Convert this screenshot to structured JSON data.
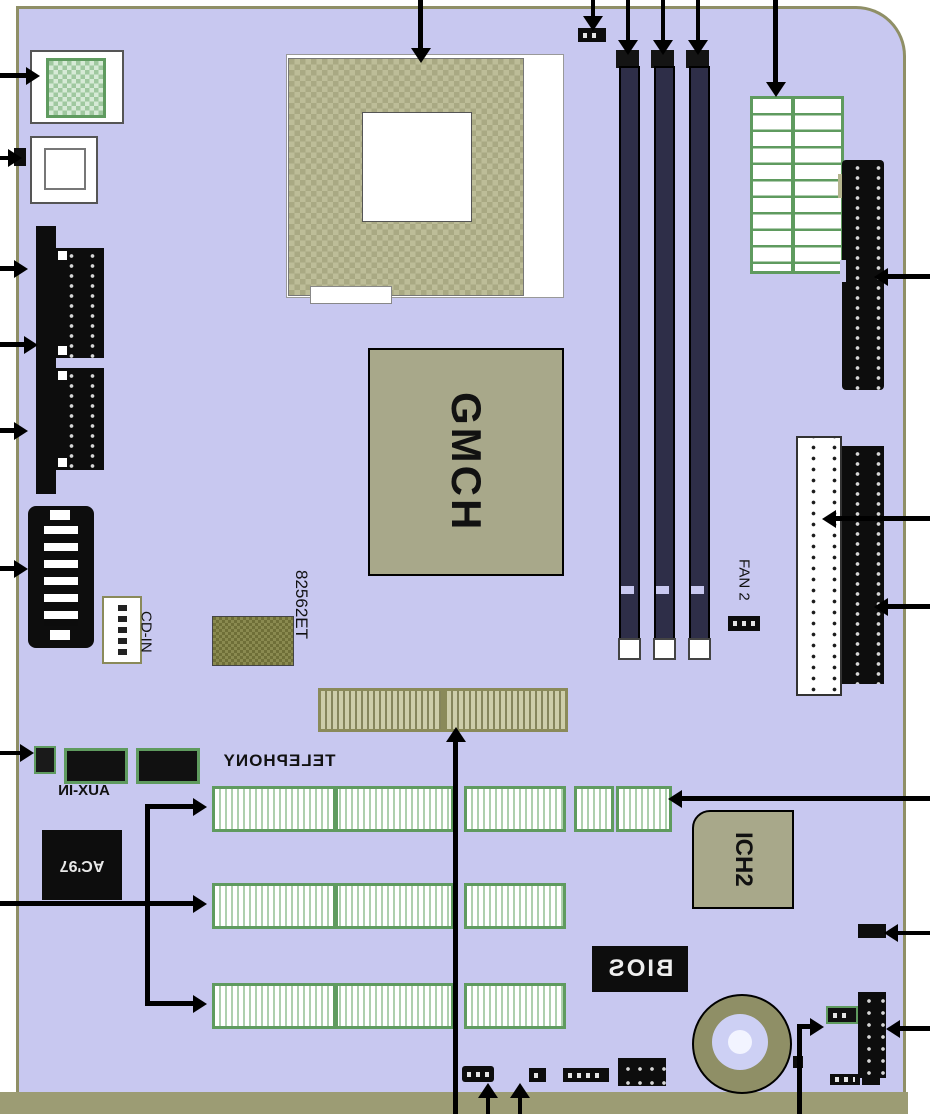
{
  "diagram": {
    "type": "motherboard-layout",
    "labels": {
      "gmch": "GMCH",
      "ich2": "ICH2",
      "lan_chip": "82562ET",
      "cd_in": "CD-IN",
      "fan2": "FAN 2",
      "aux_in": "AUX-IN",
      "telephony": "TELEPHONY",
      "bios": "BIOS",
      "audio_codec": "AC'97"
    },
    "colors": {
      "board": "#c8c8f0",
      "board_edge": "#8f8f66",
      "bottom_bar": "#9c9c74",
      "chip_khaki": "#a8a88a",
      "socket_khaki": "#b3b38e",
      "slot_green": "#5f9b5f",
      "agp_olive": "#8a8a5a",
      "dimm_dark": "#2e2e48",
      "connector_black": "#0d0d0d",
      "arrow": "#000000"
    }
  }
}
